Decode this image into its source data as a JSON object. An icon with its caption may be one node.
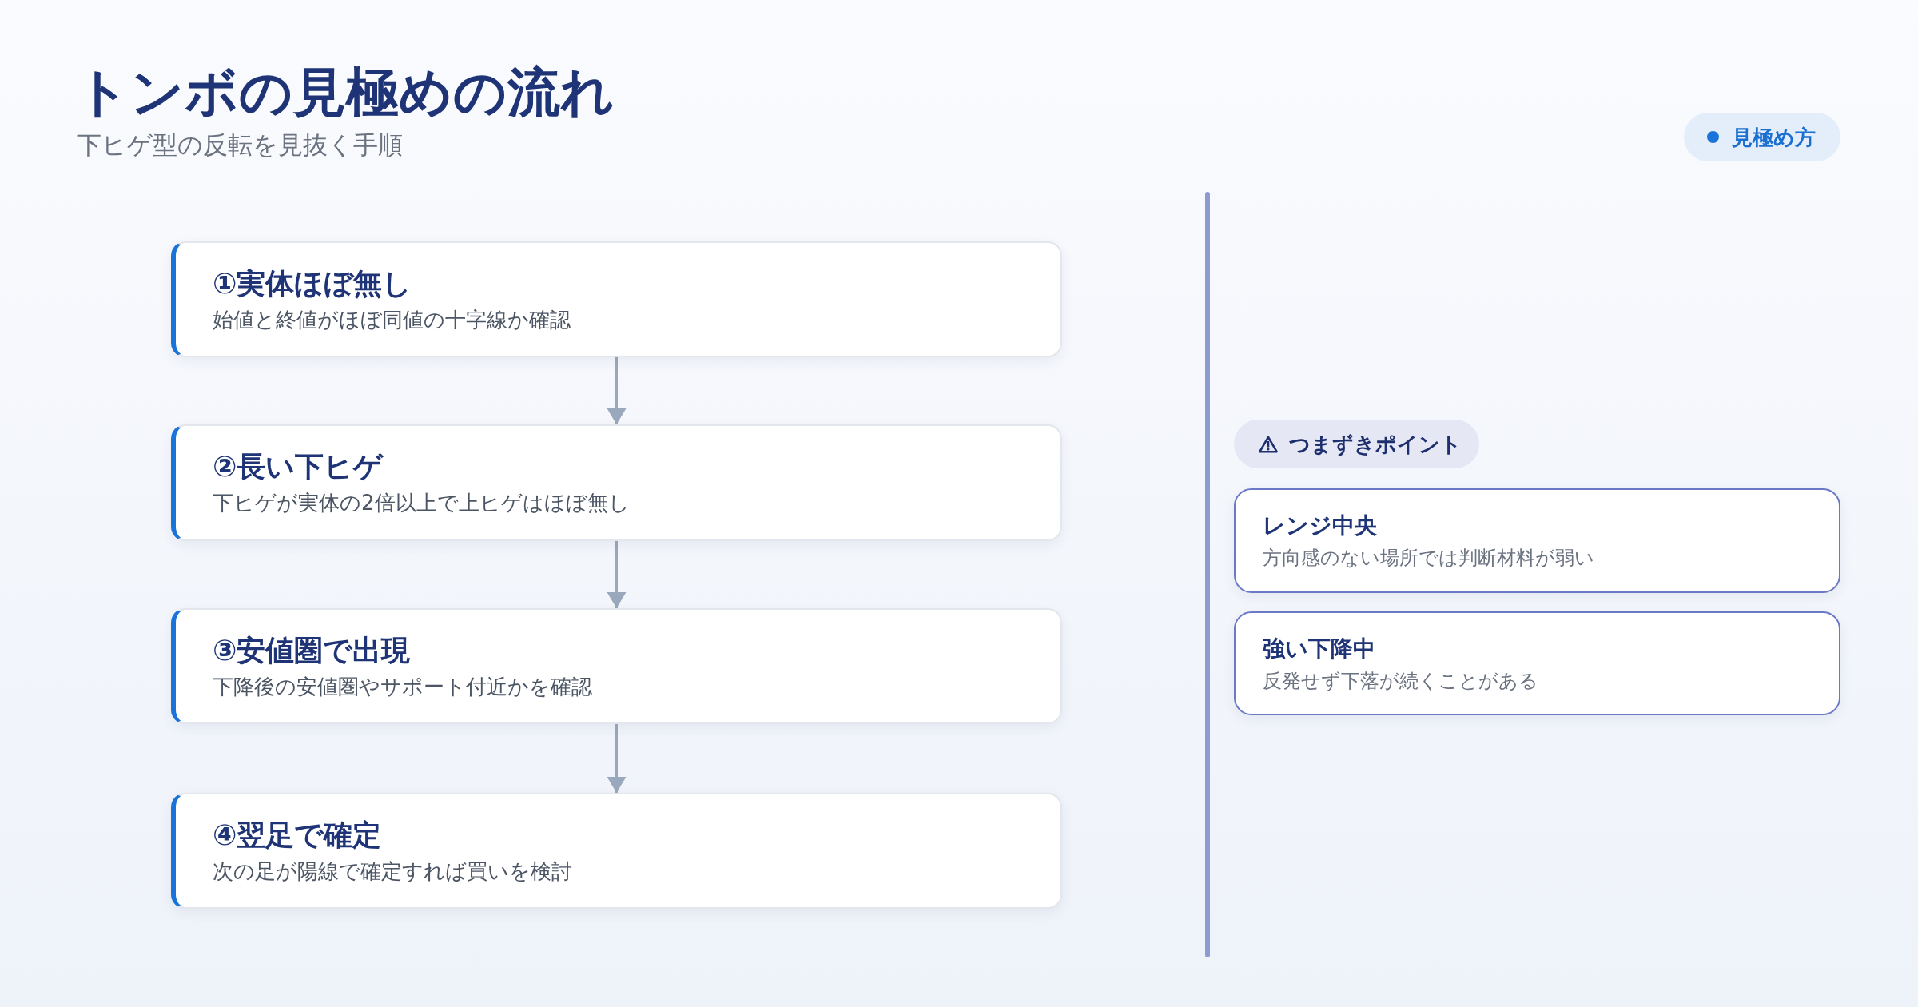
{
  "diagram": {
    "title": "トンボの見極めの流れ",
    "nodes": [
      {
        "text": [
          "見極め方"
        ]
      },
      {
        "text": [
          "①実体ほぼ無し",
          "始値と終値がほぼ同値の十字線か確認"
        ]
      },
      {
        "text": [
          "②長い下ヒゲ",
          "下ヒゲが実体の2倍以上で上ヒゲはほぼ無し"
        ]
      },
      {
        "text": [
          "③安値圏で出現",
          "下降後の安値圏やサポート付近かを確認"
        ]
      },
      {
        "text": [
          "④翌足で確定",
          "次の足が陽線で確定すれば買いを検討"
        ]
      },
      {
        "text": [
          "つまずきポイント"
        ]
      },
      {
        "text": [
          "レンジ中央",
          "方向感のない場所では判断材料が弱い"
        ]
      },
      {
        "text": [
          "強い下降中",
          "反発せず下落が続くことがある"
        ]
      }
    ],
    "edges": [
      {
        "from": 1,
        "to": 2,
        "arrow": "to"
      },
      {
        "from": 2,
        "to": 3,
        "arrow": "to"
      },
      {
        "from": 3,
        "to": 4,
        "arrow": "to"
      }
    ],
    "labels": [
      "下ヒゲ型の反転を見抜く手順"
    ]
  }
}
